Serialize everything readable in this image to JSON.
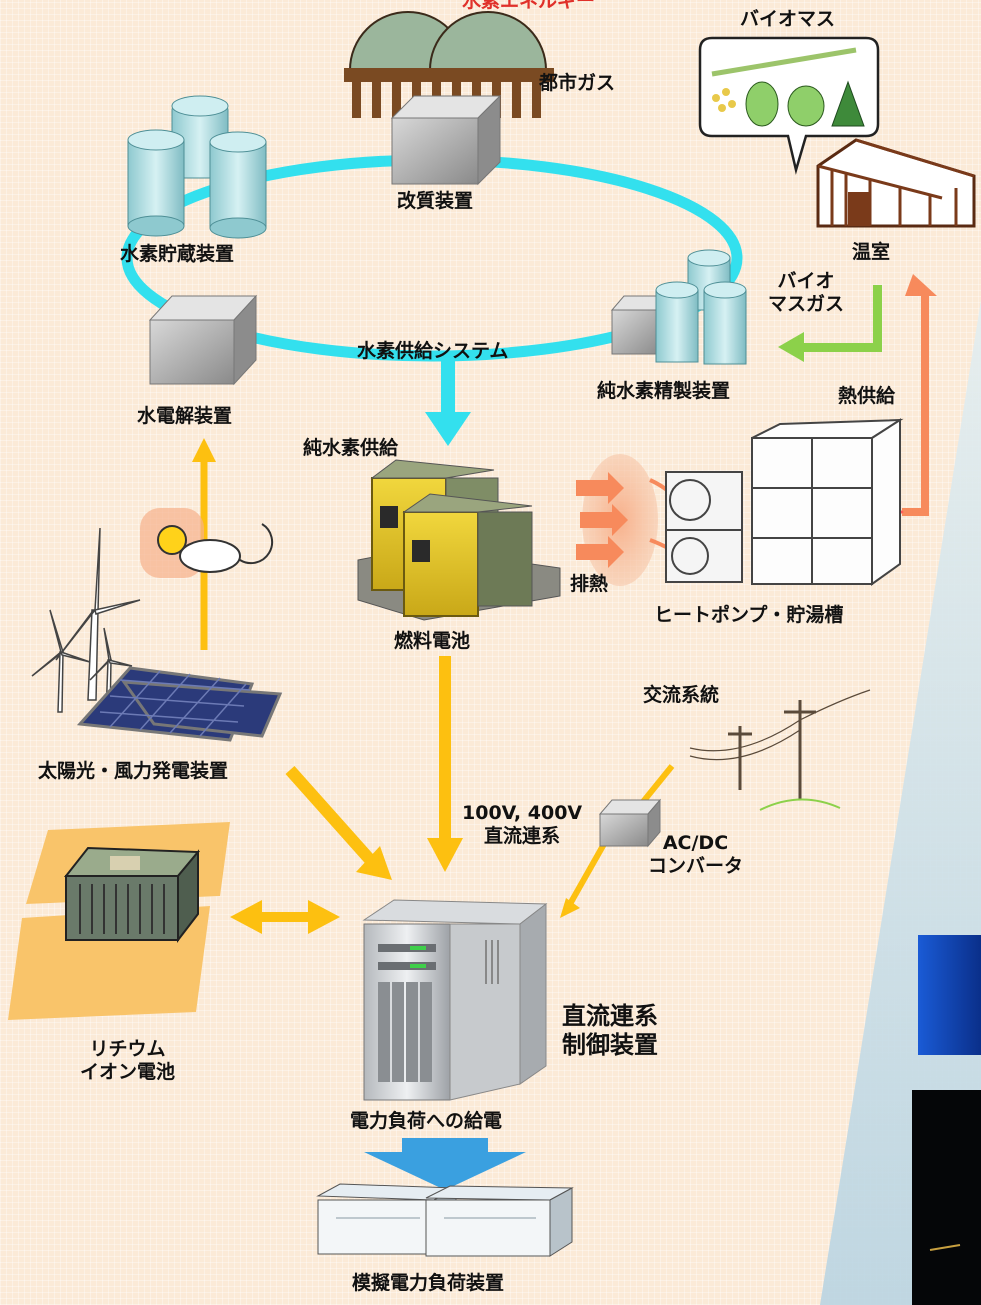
{
  "labels": {
    "top_fragment": "水素エネルギー",
    "biomass": "バイオマス",
    "city_gas": "都市ガス",
    "reformer": "改質装置",
    "h2_storage": "水素貯蔵装置",
    "greenhouse": "温室",
    "biomass_gas": "バイオ\nマスガス",
    "h2_supply_system": "水素供給システム",
    "pure_h2_purifier": "純水素精製装置",
    "electrolyzer": "水電解装置",
    "heat_supply": "熱供給",
    "pure_h2_supply": "純水素供給",
    "exhaust_heat": "排熱",
    "heatpump_tank": "ヒートポンプ・貯湯槽",
    "fuel_cell": "燃料電池",
    "ac_grid": "交流系統",
    "solar_wind": "太陽光・風力発電装置",
    "dc_link": "100V, 400V\n直流連系",
    "acdc": "AC/DC\nコンバータ",
    "li_battery": "リチウム\nイオン電池",
    "dc_controller": "直流連系\n制御装置",
    "load_supply": "電力負荷への給電",
    "dummy_load": "模擬電力負荷装置"
  },
  "colors": {
    "background": "#fbead7",
    "h2_ring": "#33e0ee",
    "power_arrow": "#fdc010",
    "biogas_arrow": "#8cd14a",
    "heat_arrow": "#f78a5c",
    "load_arrow": "#3aa0e0",
    "title_fragment": "#e0302a"
  },
  "icons": [
    "gas-tank-icon",
    "reformer-box-icon",
    "h2-tank-icon",
    "greenhouse-icon",
    "biomass-bubble-icon",
    "electrolyzer-box-icon",
    "purifier-icon",
    "fuel-cell-icon",
    "heat-pump-icon",
    "hot-water-tank-icon",
    "sun-cloud-moon-icon",
    "wind-turbine-icon",
    "solar-panel-icon",
    "power-pole-icon",
    "converter-box-icon",
    "battery-icon",
    "server-icon",
    "load-device-icon"
  ]
}
